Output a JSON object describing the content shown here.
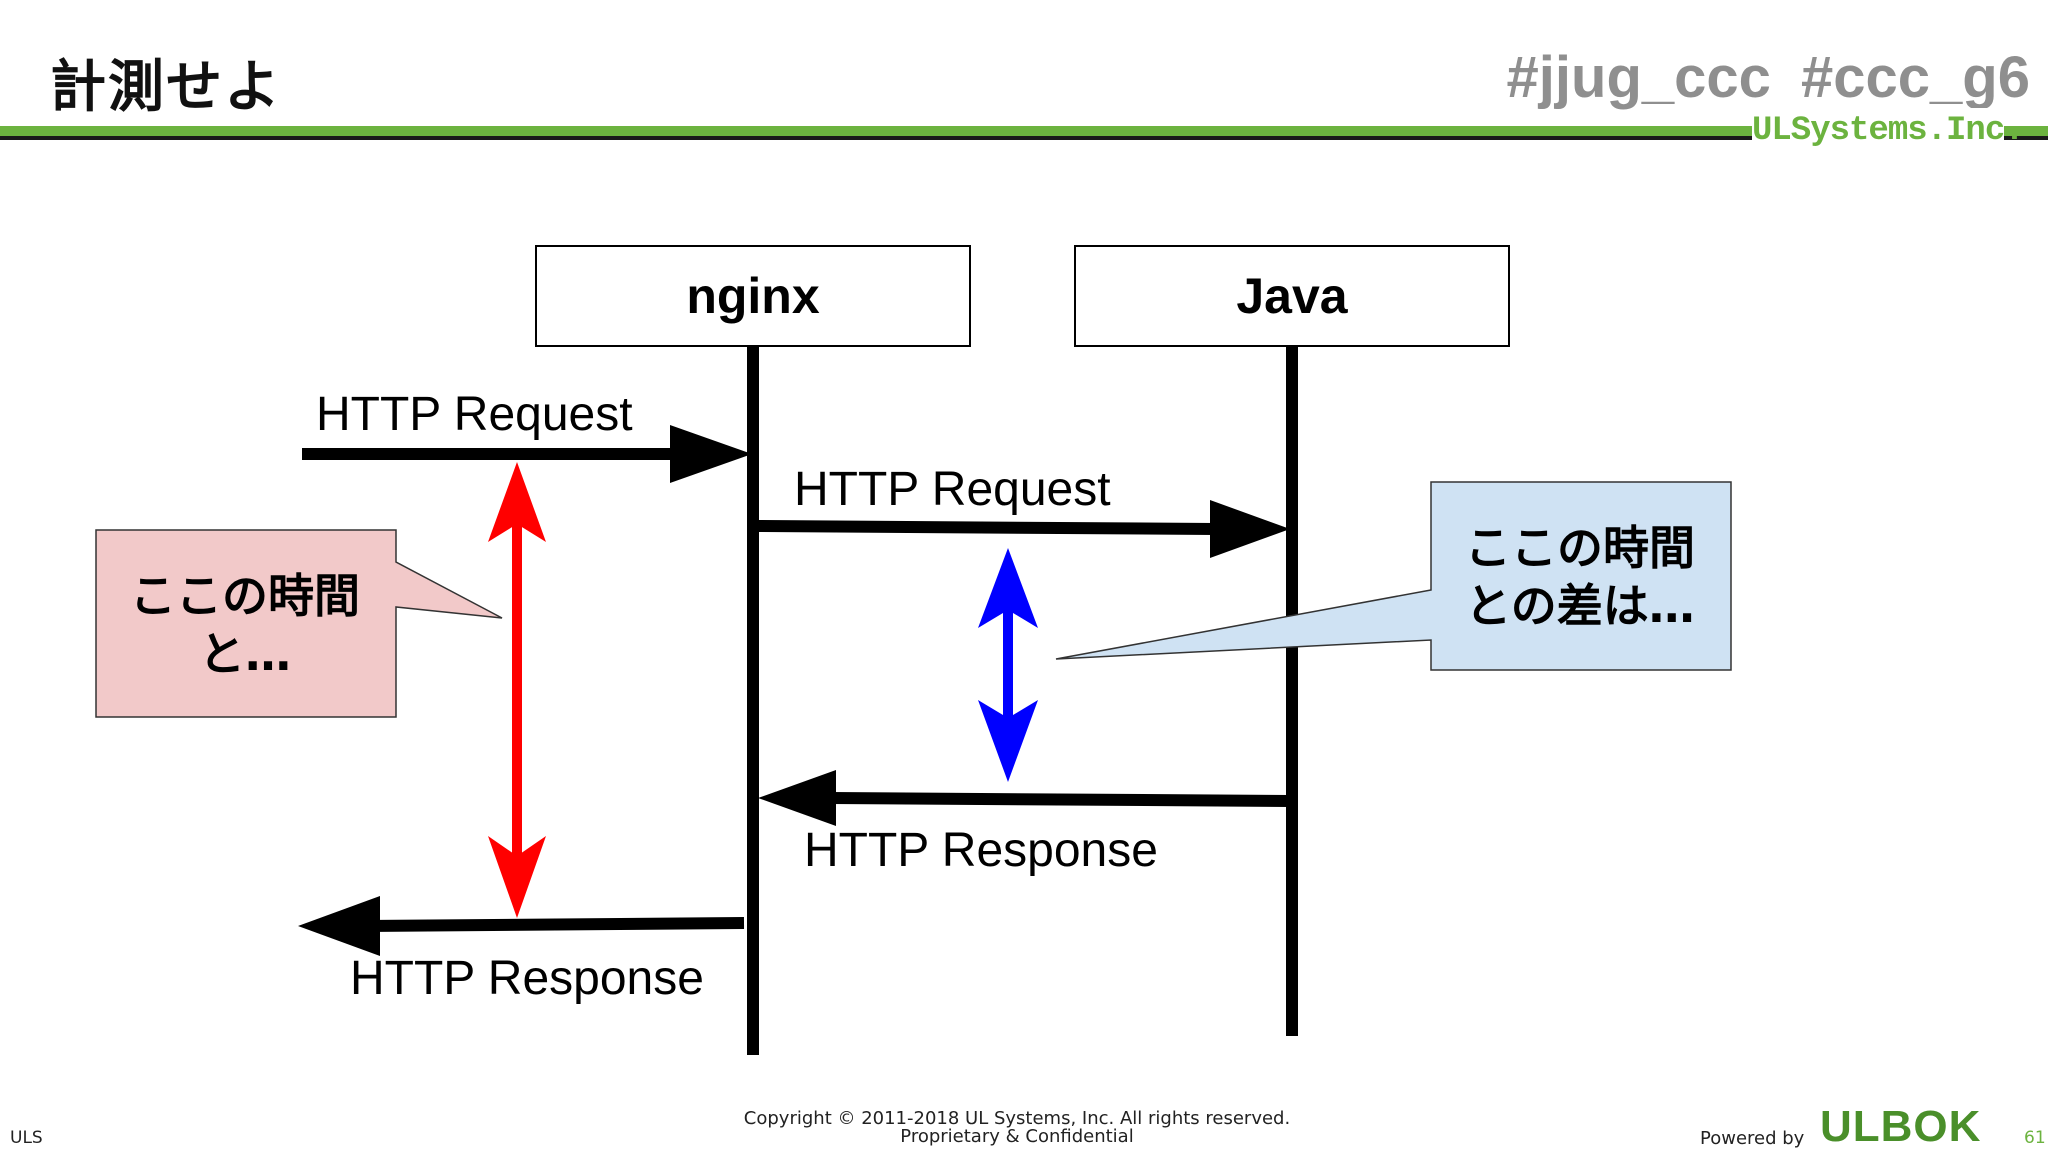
{
  "header": {
    "title": "計測せよ",
    "hashtags": "#jjug_ccc #ccc_g6",
    "company_logo": "ULSystems.Inc."
  },
  "diagram": {
    "participants": [
      "nginx",
      "Java"
    ],
    "messages": [
      {
        "label": "HTTP Request"
      },
      {
        "label": "HTTP Request"
      },
      {
        "label": "HTTP Response"
      },
      {
        "label": "HTTP Response"
      }
    ],
    "callouts": [
      {
        "line1": "ここの時間",
        "line2": "と…",
        "fill": "#f2c9c9"
      },
      {
        "line1": "ここの時間",
        "line2": "との差は…",
        "fill": "#cfe2f3"
      }
    ],
    "colors": {
      "outer_span": "#ff0000",
      "inner_span": "#0000ff"
    }
  },
  "footer": {
    "left": "ULS",
    "copyright_line1": "Copyright © 2011-2018 UL Systems, Inc.  All rights reserved.",
    "copyright_line2": "Proprietary & Confidential",
    "powered_by": "Powered by",
    "brand": "ULBOK",
    "page_number": "61"
  }
}
